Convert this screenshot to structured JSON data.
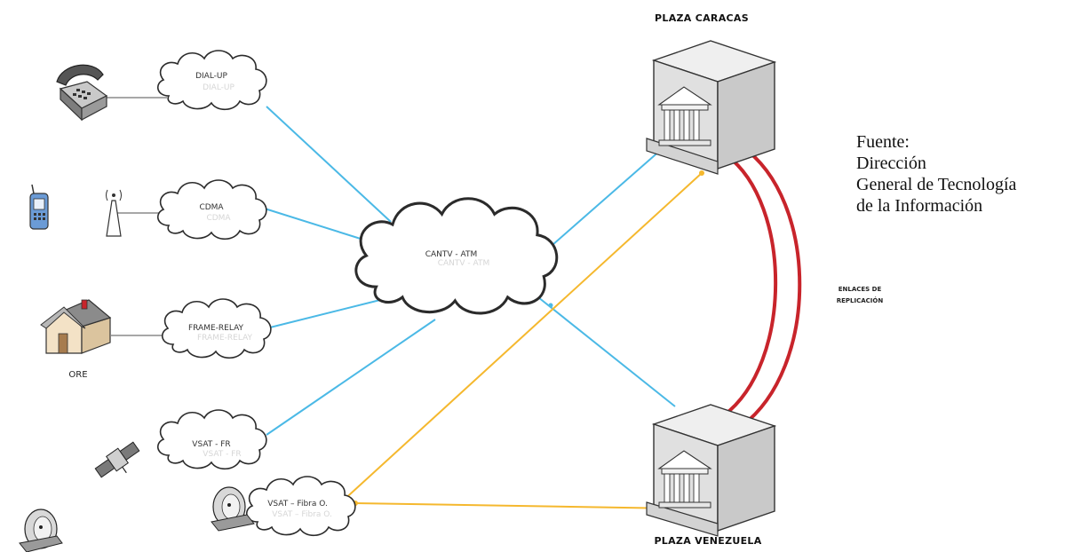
{
  "clouds": {
    "dialup": "DIAL-UP",
    "cdma": "CDMA",
    "frame_relay": "FRAME-RELAY",
    "vsat_fr": "VSAT - FR",
    "vsat_fibra": "VSAT – Fibra O.",
    "cantv": "CANTV - ATM"
  },
  "sites": {
    "plaza_caracas": "PLAZA CARACAS",
    "plaza_venezuela": "PLAZA VENEZUELA"
  },
  "ore_label": "ORE",
  "enlaces": {
    "line1": "ENLACES DE",
    "line2": "REPLICACIÓN"
  },
  "source": {
    "line1": "Fuente:",
    "line2": "Dirección",
    "line3": "General de Tecnología",
    "line4": "de la Información"
  },
  "colors": {
    "blue_link": "#4bb9e6",
    "yellow_link": "#f5b82e",
    "red_link": "#c8242b"
  }
}
